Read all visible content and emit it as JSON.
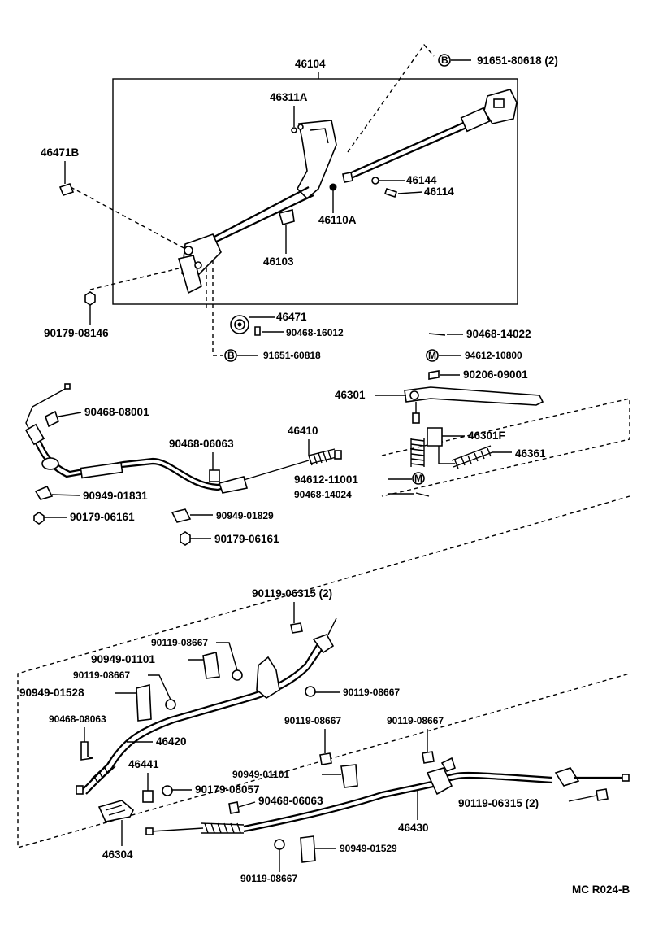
{
  "labels": {
    "l46104": "46104",
    "l46311A": "46311A",
    "l91651_80618": "91651-80618 (2)",
    "l46471B": "46471B",
    "l46144": "46144",
    "l46114": "46114",
    "l46110A": "46110A",
    "l46103": "46103",
    "l90179_08146": "90179-08146",
    "l46471": "46471",
    "l90468_16012": "90468-16012",
    "l91651_60818": "91651-60818",
    "l90468_14022": "90468-14022",
    "l94612_10800": "94612-10800",
    "l90206_09001": "90206-09001",
    "l46301": "46301",
    "l90468_08001": "90468-08001",
    "l46410": "46410",
    "l90468_06063a": "90468-06063",
    "l46301F": "46301F",
    "l46361": "46361",
    "l94612_11001": "94612-11001",
    "l90468_14024": "90468-14024",
    "l90949_01831": "90949-01831",
    "l90179_06161a": "90179-06161",
    "l90949_01829": "90949-01829",
    "l90179_06161b": "90179-06161",
    "l90119_06315a": "90119-06315 (2)",
    "l90119_08667a": "90119-08667",
    "l90949_01101a": "90949-01101",
    "l90119_08667b": "90119-08667",
    "l90949_01528": "90949-01528",
    "l90119_08667c": "90119-08667",
    "l90468_08063": "90468-08063",
    "l46420": "46420",
    "l90119_08667d": "90119-08667",
    "l90119_08667e": "90119-08667",
    "l46441": "46441",
    "l90949_01101b": "90949-01101",
    "l90179_08057": "90179-08057",
    "l90468_06063b": "90468-06063",
    "l46430": "46430",
    "l90119_06315b": "90119-06315 (2)",
    "l46304": "46304",
    "l90949_01529": "90949-01529",
    "l90119_08667f": "90119-08667",
    "ref": "MC R024-B"
  },
  "badges": {
    "b1": "B",
    "b2": "B",
    "m1": "M",
    "m2": "M"
  }
}
